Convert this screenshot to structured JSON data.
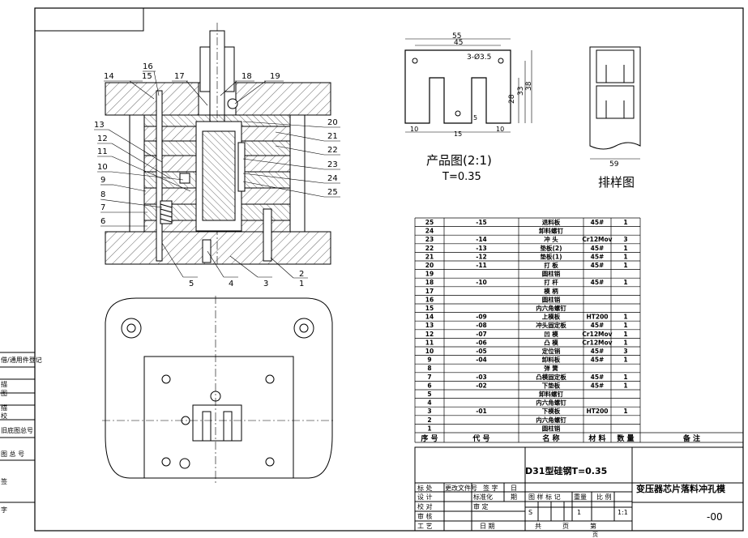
{
  "product_view": {
    "title": "产品图(2:1)",
    "thickness": "T=0.35",
    "dims": {
      "d55": "55",
      "d45": "45",
      "holes": "3-Ø3.5",
      "d28": "28",
      "d33": "33",
      "d38": "38",
      "d10a": "10",
      "d15": "15",
      "d10b": "10",
      "d5": "5"
    }
  },
  "layout_view": {
    "title": "排样图",
    "dim": "59"
  },
  "callouts": {
    "left": [
      "14",
      "15",
      "16",
      "17",
      "13",
      "12",
      "11",
      "10",
      "9",
      "8",
      "7",
      "6"
    ],
    "right": [
      "18",
      "19",
      "20",
      "21",
      "22",
      "23",
      "24",
      "25"
    ],
    "bottom": [
      "5",
      "4",
      "3",
      "2",
      "1"
    ]
  },
  "bom": {
    "headers": [
      "序 号",
      "代 号",
      "名 称",
      "材 料",
      "数 量",
      "备 注"
    ],
    "rows": [
      {
        "no": "25",
        "code": "-15",
        "name": "退料板",
        "mat": "45#",
        "qty": "1"
      },
      {
        "no": "24",
        "code": "",
        "name": "卸料螺钉",
        "mat": "",
        "qty": ""
      },
      {
        "no": "23",
        "code": "-14",
        "name": "冲 头",
        "mat": "Cr12Mov",
        "qty": "3"
      },
      {
        "no": "22",
        "code": "-13",
        "name": "垫板(2)",
        "mat": "45#",
        "qty": "1"
      },
      {
        "no": "21",
        "code": "-12",
        "name": "垫板(1)",
        "mat": "45#",
        "qty": "1"
      },
      {
        "no": "20",
        "code": "-11",
        "name": "打 板",
        "mat": "45#",
        "qty": "1"
      },
      {
        "no": "19",
        "code": "",
        "name": "圆柱销",
        "mat": "",
        "qty": ""
      },
      {
        "no": "18",
        "code": "-10",
        "name": "打 杆",
        "mat": "45#",
        "qty": "1"
      },
      {
        "no": "17",
        "code": "",
        "name": "模 柄",
        "mat": "",
        "qty": ""
      },
      {
        "no": "16",
        "code": "",
        "name": "圆柱销",
        "mat": "",
        "qty": ""
      },
      {
        "no": "15",
        "code": "",
        "name": "内六角螺钉",
        "mat": "",
        "qty": ""
      },
      {
        "no": "14",
        "code": "-09",
        "name": "上模板",
        "mat": "HT200",
        "qty": "1"
      },
      {
        "no": "13",
        "code": "-08",
        "name": "冲头固定板",
        "mat": "45#",
        "qty": "1"
      },
      {
        "no": "12",
        "code": "-07",
        "name": "凹 模",
        "mat": "Cr12Mov",
        "qty": "1"
      },
      {
        "no": "11",
        "code": "-06",
        "name": "凸 模",
        "mat": "Cr12Mov",
        "qty": "1"
      },
      {
        "no": "10",
        "code": "-05",
        "name": "定位销",
        "mat": "45#",
        "qty": "3"
      },
      {
        "no": "9",
        "code": "-04",
        "name": "卸料板",
        "mat": "45#",
        "qty": "1"
      },
      {
        "no": "8",
        "code": "",
        "name": "弹 簧",
        "mat": "",
        "qty": ""
      },
      {
        "no": "7",
        "code": "-03",
        "name": "凸模固定板",
        "mat": "45#",
        "qty": "1"
      },
      {
        "no": "6",
        "code": "-02",
        "name": "下垫板",
        "mat": "45#",
        "qty": "1"
      },
      {
        "no": "5",
        "code": "",
        "name": "卸料螺钉",
        "mat": "",
        "qty": ""
      },
      {
        "no": "4",
        "code": "",
        "name": "内六角螺钉",
        "mat": "",
        "qty": ""
      },
      {
        "no": "3",
        "code": "-01",
        "name": "下模板",
        "mat": "HT200",
        "qty": "1"
      },
      {
        "no": "2",
        "code": "",
        "name": "内六角螺钉",
        "mat": "",
        "qty": ""
      },
      {
        "no": "1",
        "code": "",
        "name": "圆柱销",
        "mat": "",
        "qty": ""
      }
    ]
  },
  "title_block": {
    "material": "D31型硅钢T=0.35",
    "drawing_name": "变压器芯片落料冲孔模",
    "drawing_no": "-00",
    "mark_label": "标 处",
    "doc_label": "更改文件号",
    "sign_label": "签 字",
    "date_label": "日",
    "design_label": "设 计",
    "standard_label": "标准化",
    "period": "期",
    "check_label": "校 对",
    "review_label": "审 定",
    "audit_label": "审 核",
    "process_label": "工 艺",
    "date2_label": "日 期",
    "stage_label": "图 样 标 记",
    "weight_label": "重量",
    "scale_label": "比 例",
    "s": "S",
    "qty1": "1",
    "ratio": "1:1",
    "total_label": "共",
    "page_label": "页",
    "sheet_label": "第",
    "page2": "页"
  },
  "left_margin": {
    "labels": [
      "借/通用件登记",
      "描",
      "图",
      "描",
      "校",
      "旧底图总号",
      "图 总 号",
      "签",
      "字"
    ]
  }
}
